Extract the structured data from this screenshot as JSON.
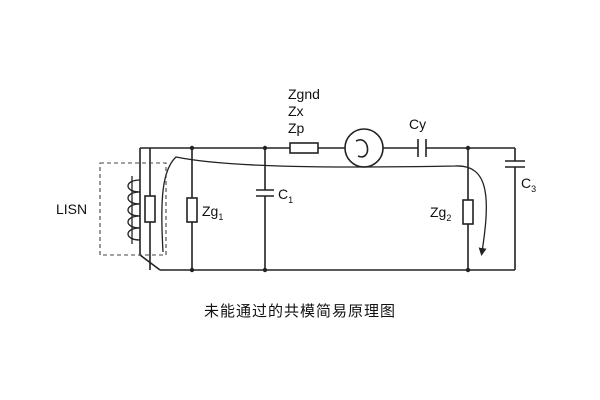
{
  "diagram": {
    "labels": {
      "lisn": "LISN",
      "zgnd": "Zgnd",
      "zx": "Zx",
      "zp": "Zp",
      "cy": "Cy",
      "zg1_main": "Zg",
      "zg1_sub": "1",
      "c1_main": "C",
      "c1_sub": "1",
      "zg2_main": "Zg",
      "zg2_sub": "2",
      "c3_main": "C",
      "c3_sub": "3"
    },
    "caption": "未能通过的共模简易原理图"
  }
}
